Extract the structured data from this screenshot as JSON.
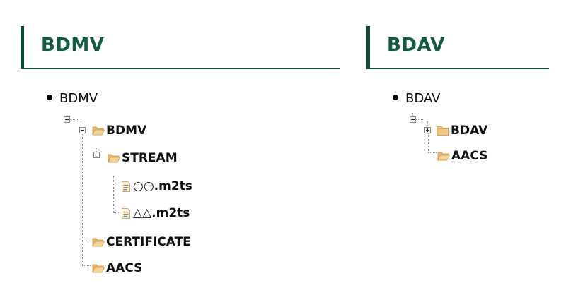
{
  "sections": {
    "bdmv": {
      "heading": "BDMV",
      "root_label": "BDMV",
      "tree": {
        "bdmv_folder": "BDMV",
        "stream_folder": "STREAM",
        "file1": "○○.m2ts",
        "file2": "△△.m2ts",
        "certificate_folder": "CERTIFICATE",
        "aacs_folder": "AACS"
      }
    },
    "bdav": {
      "heading": "BDAV",
      "root_label": "BDAV",
      "tree": {
        "bdav_folder": "BDAV",
        "aacs_folder": "AACS"
      }
    }
  },
  "colors": {
    "heading_text": "#0f5a45",
    "heading_border": "#0e4a3a",
    "folder_fill": "#f2c77e",
    "folder_stroke": "#c8954a"
  }
}
